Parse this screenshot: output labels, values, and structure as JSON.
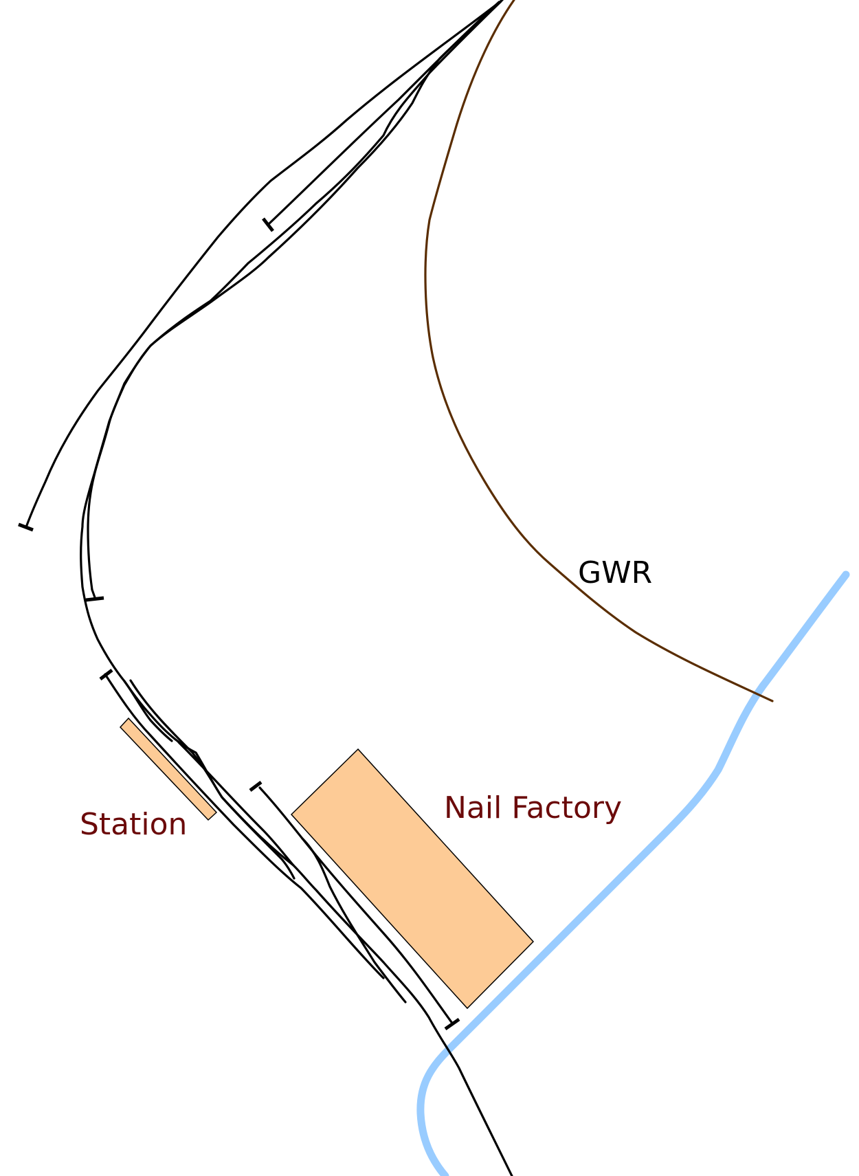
{
  "map": {
    "labels": {
      "gwr": "GWR",
      "station": "Station",
      "nail_factory": "Nail Factory"
    },
    "legend_colors": {
      "track": "#000000",
      "gwr_line": "#5a2d00",
      "river": "#99ccff",
      "building_fill": "#fdcb96",
      "building_stroke": "#000000",
      "building_label": "#6b0a0a",
      "gwr_label": "#000000"
    }
  }
}
